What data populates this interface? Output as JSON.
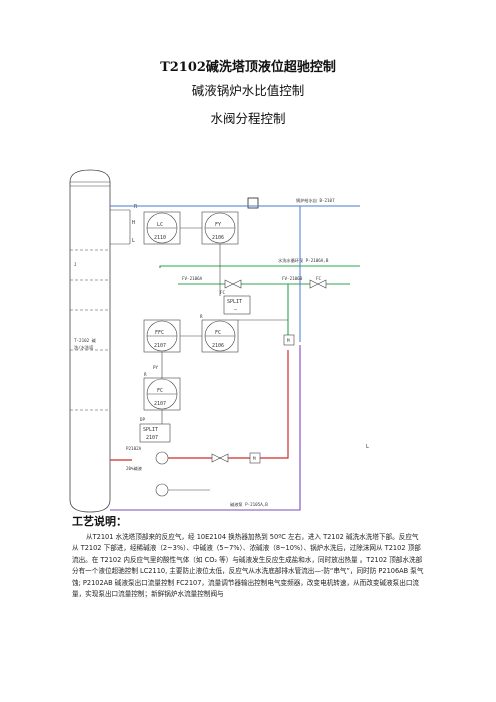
{
  "titles": {
    "main": "T2102碱洗塔顶液位超驰控制",
    "sub1": "碱液锅炉水比值控制",
    "sub2": "水阀分程控制"
  },
  "diagram": {
    "tower_label_1": "T-2102 碱",
    "tower_label_2": "洗/水洗塔",
    "lc_tag": "LC",
    "lc_num": "2110",
    "fy_tag": "FY",
    "fy_num": "2106",
    "h_label": "H",
    "l_label": "L",
    "j_label": "J",
    "feed_label": "锅炉给水自 B-2107",
    "circ_label": "水洗水循环泵 P-2106A,B",
    "fv_left": "FV-2106A",
    "fv_right": "FV-2106B",
    "fc_left": "FC",
    "fc_right": "FC",
    "split1": "SPLIT",
    "split1_sub": "—",
    "ffc_tag": "FFC",
    "ffc_num": "2107",
    "fc2_tag": "FC",
    "fc2_num": "2106",
    "m_label": "M",
    "py_label": "PY",
    "fc3_tag": "FC",
    "fc3_num": "2107",
    "dp_label": "DP",
    "split2": "SPLIT",
    "split2_num": "2107",
    "pump_label": "P2102A",
    "caustic_label": "20%碱液",
    "m2_label": "M",
    "pump2_label": "碱液泵 P-2105A,B",
    "r_label_1": "R",
    "r_label_2": "R",
    "r_label_3": "R",
    "l_right": "L"
  },
  "section": {
    "heading": "工艺说明：",
    "paragraph": "从T2101 水洗塔顶部来的反应气，经 10E2104 换热器加热到 50ºC 左右，进入 T2102 碱洗水洗塔下部。反应气从 T2102 下部进，经稀碱液（2~3%）、中碱液（5~7%）、浓碱液（8~10%）、锅炉水洗后，过除沫网从 T2102 顶部流出。在 T2102 内反应气里的酸性气体（如 CO₂ 等）与碱液发生反应生成盐和水，同时放出热量 。T2102 顶部水洗部分有一个液位超驰控制 LC2110, 主要防止液位太低，反应气从水洗底部排水管流出—-防“串气”，同时防 P2106AB 泵气蚀; P2102AB 碱液泵出口流量控制 FC2107，流量调节器输出控制电气变频器，改变电机转速，从而改变碱液泵出口流量，实现泵出口流量控制；新鲜锅炉水流量控制阀与"
  }
}
